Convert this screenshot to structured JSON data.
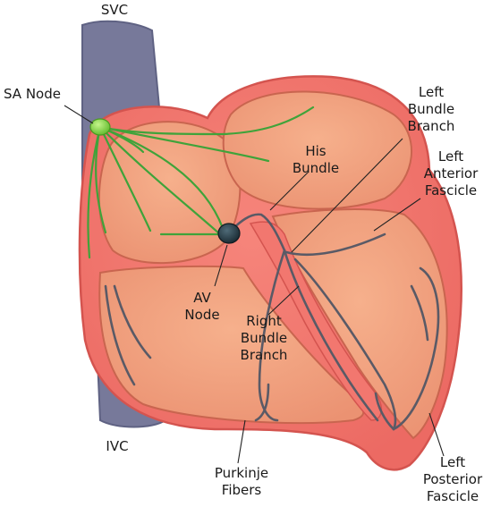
{
  "labels": {
    "svc": "SVC",
    "ivc": "IVC",
    "sa_node": "SA Node",
    "his_bundle": [
      "His",
      "Bundle"
    ],
    "av_node": [
      "AV",
      "Node"
    ],
    "right_bundle_branch": [
      "Right",
      "Bundle",
      "Branch"
    ],
    "left_bundle_branch": [
      "Left",
      "Bundle",
      "Branch"
    ],
    "left_anterior_fascicle": [
      "Left",
      "Anterior",
      "Fascicle"
    ],
    "left_posterior_fascicle": [
      "Left",
      "Posterior",
      "Fascicle"
    ],
    "purkinje_fibers": [
      "Purkinje",
      "Fibers"
    ]
  },
  "colors": {
    "vena_cava": "#77799a",
    "heart_wall": "#f2776f",
    "heart_wall_edge": "#d4544f",
    "chamber": "#f4a37f",
    "chamber_edge": "#c9654f",
    "sa_node": "#7fd43c",
    "av_node": "#253a44",
    "internodal_fibers": "#3fa33a",
    "conduction_fibers": "#5a5a66",
    "leader_line": "#222222"
  }
}
